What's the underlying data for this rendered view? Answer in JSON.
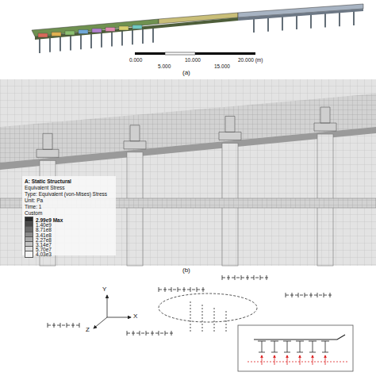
{
  "diagram": {
    "labels": [
      "0.000",
      "10.000",
      "20.000 (m)",
      "5.000",
      "15.000",
      "(a)",
      "A: Static Structural",
      "Equivalent Stress",
      "Type: Equivalent (von-Mises) Stress",
      "Unit: Pa",
      "Time: 1",
      "Custom",
      "(b)",
      "Y",
      "X",
      "Z"
    ],
    "legend": [
      {
        "text": "2.99e9 Max",
        "color": "#2a2a2a"
      },
      {
        "text": "1.40e9",
        "color": "#4a4a4a"
      },
      {
        "text": "8.71e8",
        "color": "#6a6a6a"
      },
      {
        "text": "3.41e8",
        "color": "#8a8a8a"
      },
      {
        "text": "2.27e8",
        "color": "#a8a8a8"
      },
      {
        "text": "3.14e7",
        "color": "#c4c4c4"
      },
      {
        "text": "5.70e7",
        "color": "#dcdcdc"
      },
      {
        "text": "4.03e3",
        "color": "#f4f4f4"
      }
    ]
  }
}
